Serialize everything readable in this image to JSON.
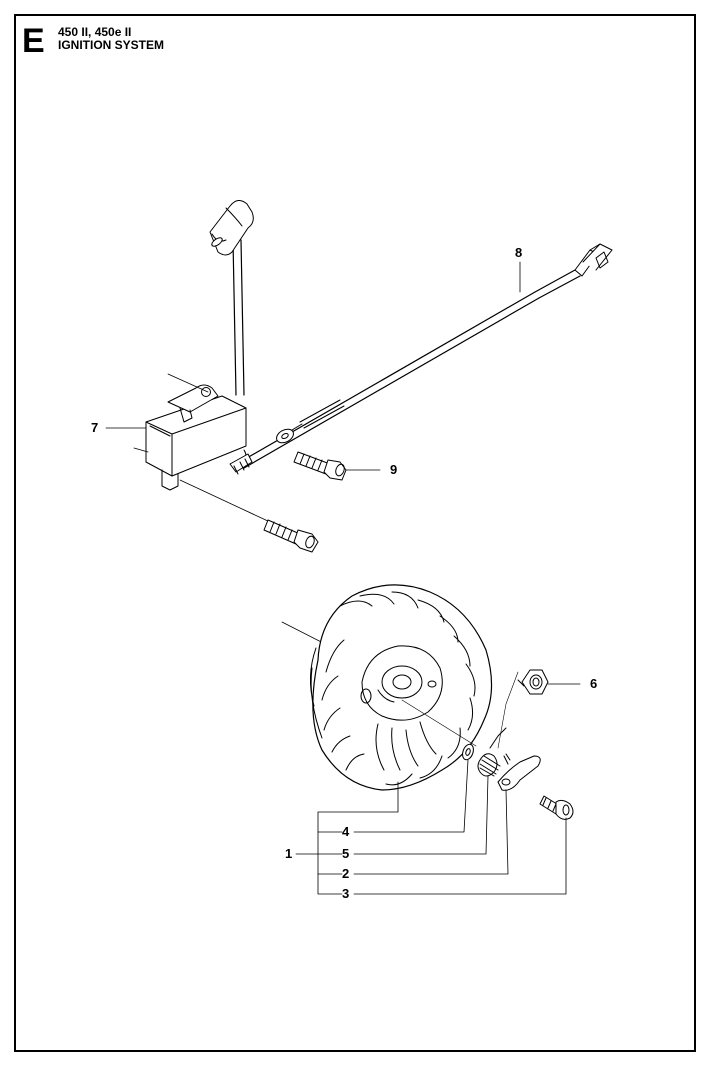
{
  "header": {
    "section_letter": "E",
    "model": "450 II, 450e II",
    "title": "IGNITION SYSTEM"
  },
  "callouts": {
    "c1": "1",
    "c2": "2",
    "c3": "3",
    "c4": "4",
    "c5": "5",
    "c6": "6",
    "c7": "7",
    "c8": "8",
    "c9": "9"
  }
}
